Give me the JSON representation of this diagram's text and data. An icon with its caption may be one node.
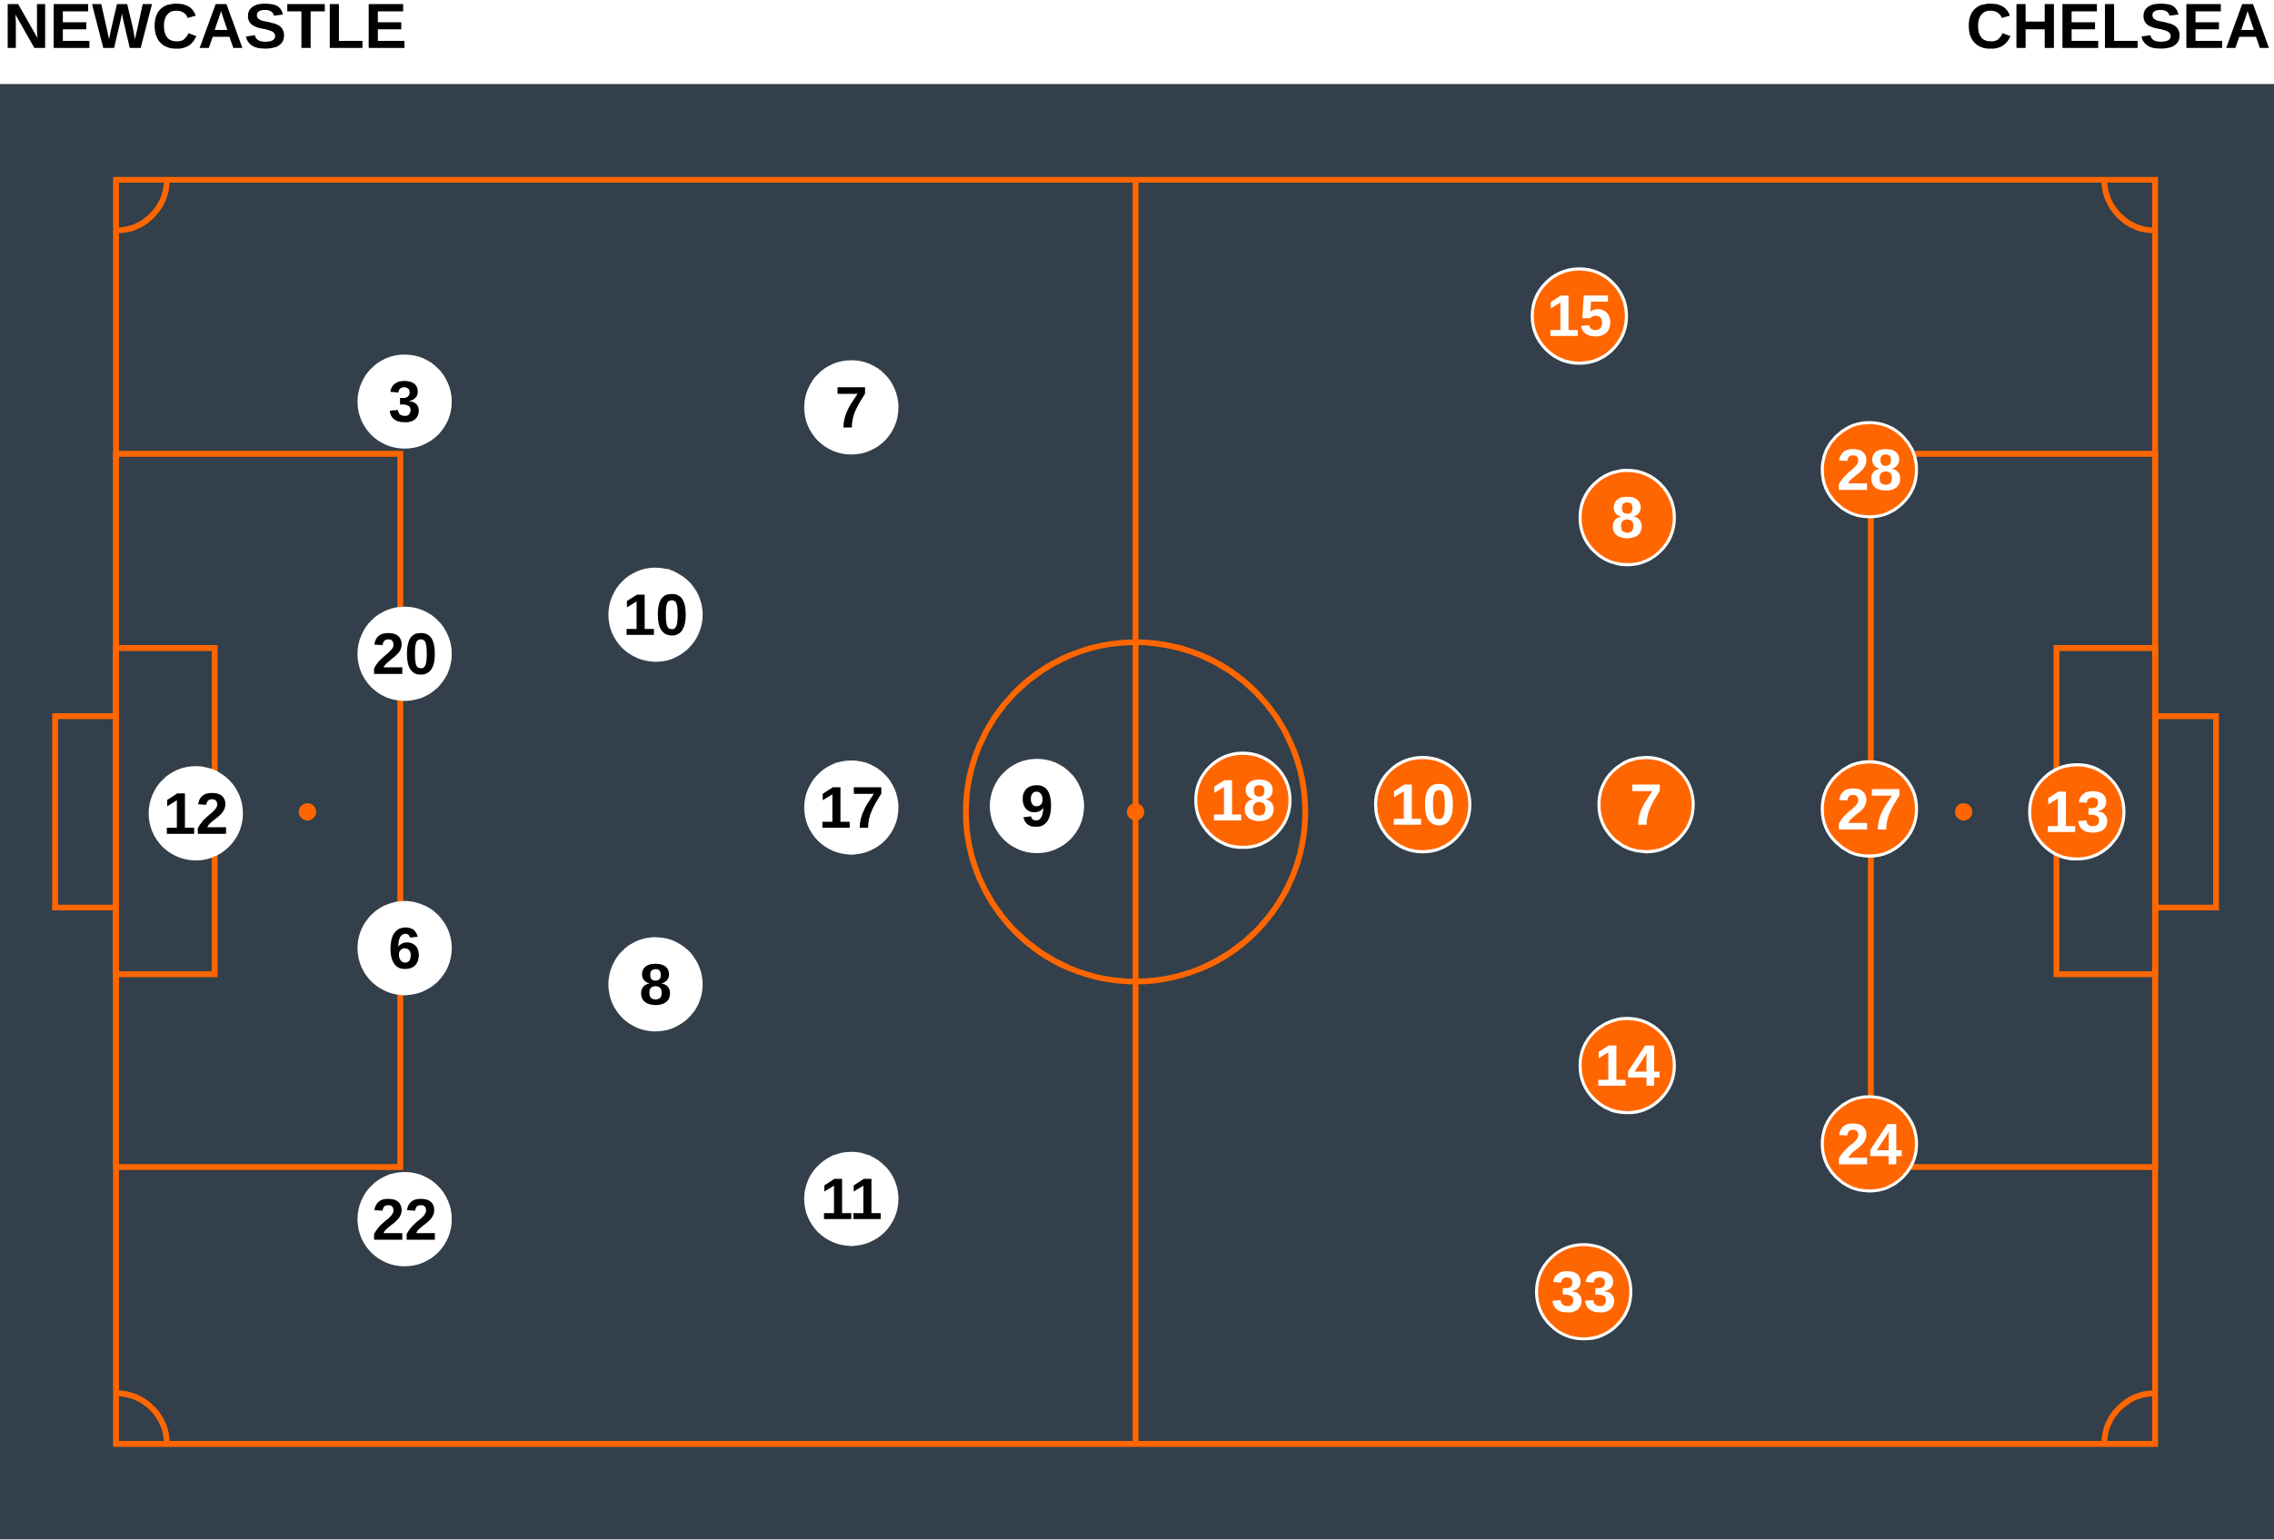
{
  "diagram": {
    "nodes": [
      {
        "text": [
          "3"
        ]
      },
      {
        "text": [
          "7"
        ]
      },
      {
        "text": [
          "10"
        ]
      },
      {
        "text": [
          "20"
        ]
      },
      {
        "text": [
          "12"
        ]
      },
      {
        "text": [
          "17"
        ]
      },
      {
        "text": [
          "9"
        ]
      },
      {
        "text": [
          "6"
        ]
      },
      {
        "text": [
          "8"
        ]
      },
      {
        "text": [
          "22"
        ]
      },
      {
        "text": [
          "11"
        ]
      },
      {
        "text": [
          "15"
        ]
      },
      {
        "text": [
          "28"
        ]
      },
      {
        "text": [
          "8"
        ]
      },
      {
        "text": [
          "18"
        ]
      },
      {
        "text": [
          "10"
        ]
      },
      {
        "text": [
          "7"
        ]
      },
      {
        "text": [
          "27"
        ]
      },
      {
        "text": [
          "13"
        ]
      },
      {
        "text": [
          "14"
        ]
      },
      {
        "text": [
          "24"
        ]
      },
      {
        "text": [
          "33"
        ]
      }
    ],
    "labels": [
      "NEWCASTLE",
      "CHELSEA"
    ]
  }
}
